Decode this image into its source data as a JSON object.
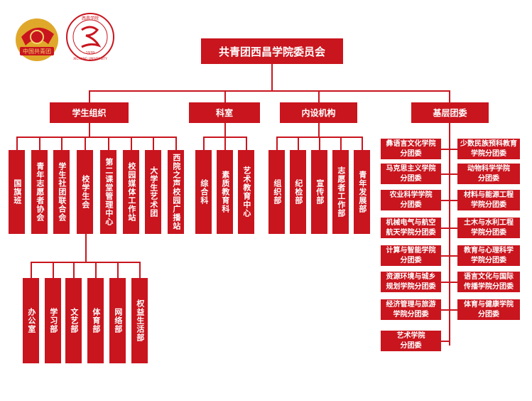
{
  "title": "共青团西昌学院委员会",
  "logos": {
    "youth_league_text": "中国共青团",
    "university_name_en": "XICHANG UNIVERSITY",
    "university_year": "1939",
    "university_name_cn": "西昌学院"
  },
  "categories": [
    "学生组织",
    "科室",
    "内设机构",
    "基层团委"
  ],
  "student_orgs": [
    "国旗班",
    "青年志愿者协会",
    "学生社团联合会",
    "校学生会",
    "第二课堂管理中心",
    "校园媒体工作站",
    "大学生艺术团",
    "西院之声校园广播站"
  ],
  "student_union_depts": [
    "办公室",
    "学习部",
    "文艺部",
    "体育部",
    "网络部",
    "权益生活部"
  ],
  "offices": [
    "综合科",
    "素质教育科",
    "艺术教育中心"
  ],
  "internal": [
    "组织部",
    "纪检部",
    "宣传部",
    "志愿者工作部",
    "青年发展部"
  ],
  "grassroots_left": [
    [
      "彝语言文化学院",
      "分团委"
    ],
    [
      "马克思主义学院",
      "分团委"
    ],
    [
      "农业科学学院",
      "分团委"
    ],
    [
      "机械电气与航空",
      "航天学院分团委"
    ],
    [
      "计算与智能学院",
      "分团委"
    ],
    [
      "资源环境与城乡",
      "规划学院分团委"
    ],
    [
      "经济管理与旅游",
      "学院分团委"
    ],
    [
      "艺术学院",
      "分团委"
    ]
  ],
  "grassroots_right": [
    [
      "少数民族预科教育",
      "学院分团委"
    ],
    [
      "动物科学学院",
      "分团委"
    ],
    [
      "材料与能源工程",
      "学院分团委"
    ],
    [
      "土木与水利工程",
      "学院分团委"
    ],
    [
      "教育与心理科学",
      "学院分团委"
    ],
    [
      "语言文化与国际",
      "传播学院分团委"
    ],
    [
      "体育与健康学院",
      "分团委"
    ]
  ]
}
